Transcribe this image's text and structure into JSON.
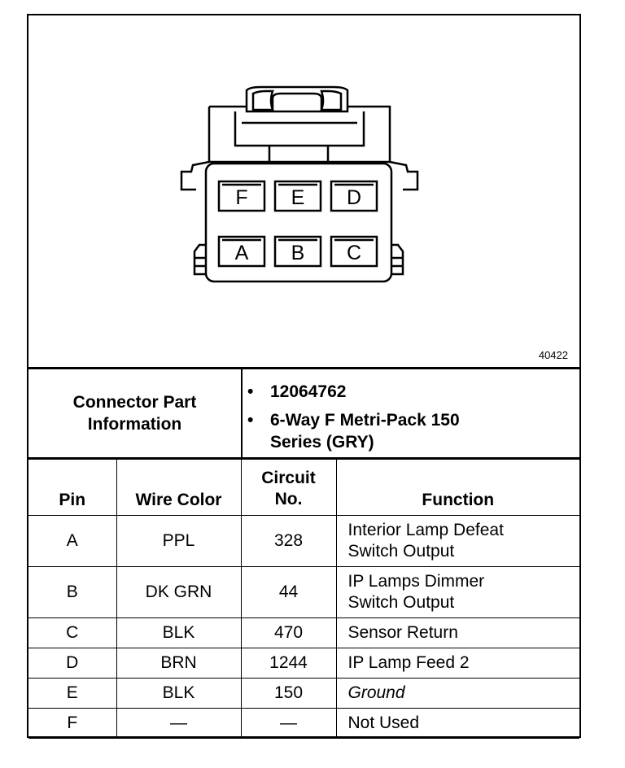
{
  "figure_number": "40422",
  "connector": {
    "pins_top": [
      "F",
      "E",
      "D"
    ],
    "pins_bottom": [
      "A",
      "B",
      "C"
    ]
  },
  "part_info": {
    "label": "Connector Part Information",
    "bullet": "•",
    "part_number": "12064762",
    "description": "6-Way F Metri-Pack 150 Series (GRY)"
  },
  "table": {
    "headers": {
      "pin": "Pin",
      "wire_color": "Wire Color",
      "circuit": "Circuit No.",
      "function": "Function"
    },
    "rows": [
      {
        "pin": "A",
        "wire_color": "PPL",
        "circuit": "328",
        "function": "Interior Lamp Defeat Switch Output"
      },
      {
        "pin": "B",
        "wire_color": "DK GRN",
        "circuit": "44",
        "function": "IP Lamps Dimmer Switch Output"
      },
      {
        "pin": "C",
        "wire_color": "BLK",
        "circuit": "470",
        "function": "Sensor Return"
      },
      {
        "pin": "D",
        "wire_color": "BRN",
        "circuit": "1244",
        "function": "IP Lamp Feed 2"
      },
      {
        "pin": "E",
        "wire_color": "BLK",
        "circuit": "150",
        "function": "Ground"
      },
      {
        "pin": "F",
        "wire_color": "—",
        "circuit": "—",
        "function": "Not Used"
      }
    ]
  }
}
